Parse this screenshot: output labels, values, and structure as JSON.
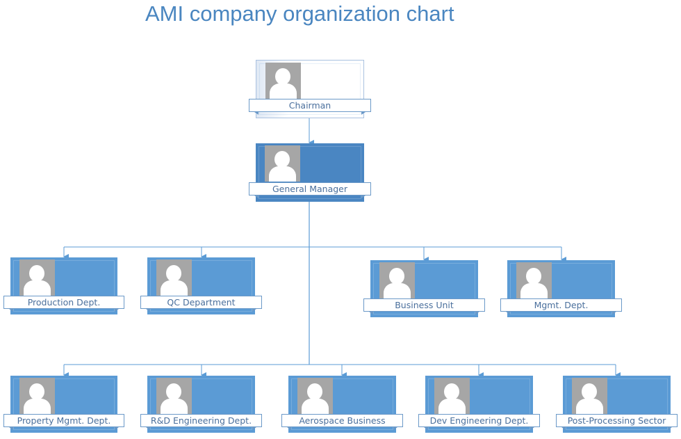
{
  "title": "AMI company organization chart",
  "colors": {
    "title": "#4a86c0",
    "card_fill": "#5b9bd5",
    "gm_fill": "#4a86c2",
    "connector": "#5b9bd5",
    "label_text": "#4a6f9c",
    "photo_placeholder": "#a6a6a6"
  },
  "org": {
    "chairman": {
      "label": "Chairman",
      "icon": "person-placeholder-icon"
    },
    "general_manager": {
      "label": "General Manager",
      "icon": "person-placeholder-icon"
    },
    "level2": [
      {
        "label": "Production Dept.",
        "icon": "person-placeholder-icon"
      },
      {
        "label": "QC Department",
        "icon": "person-placeholder-icon"
      },
      {
        "label": "Business Unit",
        "icon": "person-placeholder-icon"
      },
      {
        "label": "Mgmt. Dept.",
        "icon": "person-placeholder-icon"
      }
    ],
    "level3": [
      {
        "label": "Property Mgmt. Dept.",
        "icon": "person-placeholder-icon"
      },
      {
        "label": "R&D Engineering Dept.",
        "icon": "person-placeholder-icon"
      },
      {
        "label": "Aerospace Business",
        "icon": "person-placeholder-icon"
      },
      {
        "label": "Dev Engineering Dept.",
        "icon": "person-placeholder-icon"
      },
      {
        "label": "Post-Processing Sector",
        "icon": "person-placeholder-icon"
      }
    ]
  }
}
